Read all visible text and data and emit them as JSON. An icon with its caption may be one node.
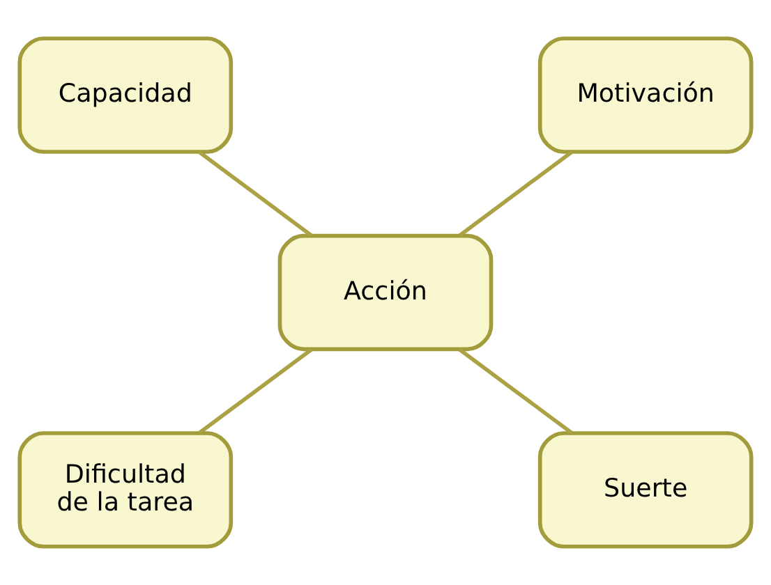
{
  "diagram": {
    "nodes": [
      {
        "text": [
          "Capacidad"
        ]
      },
      {
        "text": [
          "Motivación"
        ]
      },
      {
        "text": [
          "Acción"
        ]
      },
      {
        "text": [
          "Dificultad de la tarea"
        ]
      },
      {
        "text": [
          "Suerte"
        ]
      }
    ],
    "edges": [
      {
        "from": 0,
        "to": 2,
        "arrow": "none"
      },
      {
        "from": 1,
        "to": 2,
        "arrow": "none"
      },
      {
        "from": 2,
        "to": 3,
        "arrow": "none"
      },
      {
        "from": 2,
        "to": 4,
        "arrow": "none"
      }
    ]
  }
}
